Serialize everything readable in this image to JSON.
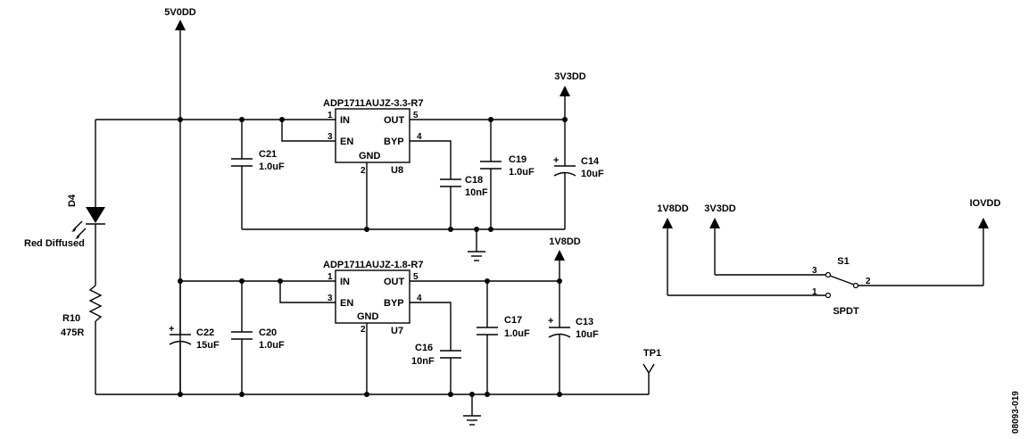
{
  "rails": {
    "v5": "5V0DD",
    "v33": "3V3DD",
    "v18": "1V8DD",
    "v18_sw": "1V8DD",
    "v33_sw": "3V3DD",
    "iovdd": "IOVDD"
  },
  "u8": {
    "part": "ADP1711AUJZ-3.3-R7",
    "ref": "U8",
    "pin_in": "IN",
    "pin_en": "EN",
    "pin_gnd": "GND",
    "pin_out": "OUT",
    "pin_byp": "BYP",
    "n1": "1",
    "n3": "3",
    "n2": "2",
    "n5": "5",
    "n4": "4"
  },
  "u7": {
    "part": "ADP1711AUJZ-1.8-R7",
    "ref": "U7",
    "pin_in": "IN",
    "pin_en": "EN",
    "pin_gnd": "GND",
    "pin_out": "OUT",
    "pin_byp": "BYP",
    "n1": "1",
    "n3": "3",
    "n2": "2",
    "n5": "5",
    "n4": "4"
  },
  "components": {
    "c21": {
      "ref": "C21",
      "value": "1.0uF"
    },
    "c18": {
      "ref": "C18",
      "value": "10nF"
    },
    "c19": {
      "ref": "C19",
      "value": "1.0uF"
    },
    "c14": {
      "ref": "C14",
      "value": "10uF"
    },
    "c22": {
      "ref": "C22",
      "value": "15uF"
    },
    "c20": {
      "ref": "C20",
      "value": "1.0uF"
    },
    "c16": {
      "ref": "C16",
      "value": "10nF"
    },
    "c17": {
      "ref": "C17",
      "value": "1.0uF"
    },
    "c13": {
      "ref": "C13",
      "value": "10uF"
    },
    "d4": {
      "ref": "D4",
      "value": "Red Diffused"
    },
    "r10": {
      "ref": "R10",
      "value": "475R"
    },
    "tp1": {
      "ref": "TP1"
    },
    "s1": {
      "ref": "S1",
      "type": "SPDT",
      "p3": "3",
      "p1": "1",
      "p2": "2"
    }
  },
  "polarity": "+",
  "figure_id": "08093-019"
}
